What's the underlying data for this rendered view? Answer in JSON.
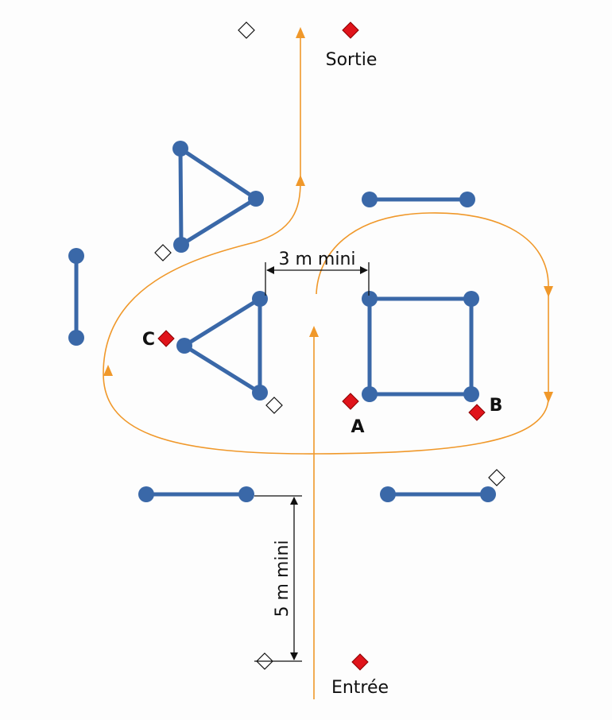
{
  "labels": {
    "exit": "Sortie",
    "entry": "Entrée",
    "point_a": "A",
    "point_b": "B",
    "point_c": "C",
    "gap_horizontal": "3 m mini",
    "gap_vertical": "5 m mini"
  },
  "colors": {
    "obstacle": "#3a68a8",
    "path": "#f0982a",
    "marker_red": "#e0141b",
    "dimension": "#111111",
    "background": "#fdfdfd"
  }
}
